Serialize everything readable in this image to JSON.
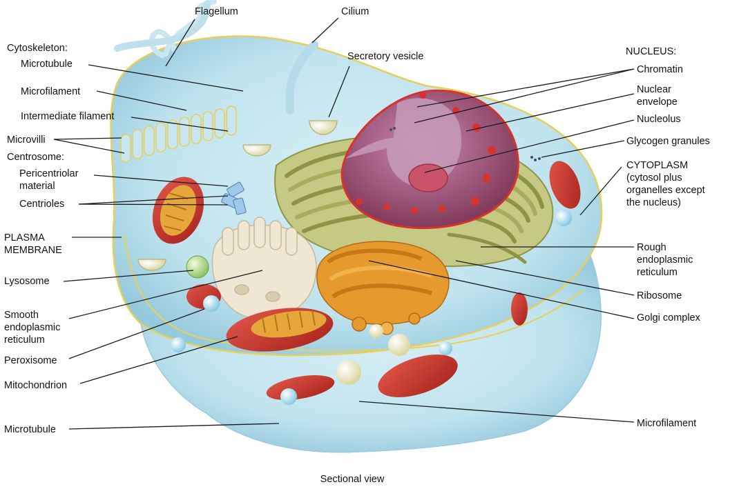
{
  "labels": {
    "flagellum": "Flagellum",
    "cilium": "Cilium",
    "secretory_vesicle": "Secretory vesicle",
    "cytoskeleton": "Cytoskeleton:",
    "microtubule_top": "Microtubule",
    "microfilament_top": "Microfilament",
    "intermediate_filament": "Intermediate filament",
    "microvilli": "Microvilli",
    "centrosome": "Centrosome:",
    "pericentriolar_material": "Pericentriolar\nmaterial",
    "centrioles": "Centrioles",
    "plasma_membrane": "PLASMA\nMEMBRANE",
    "lysosome": "Lysosome",
    "smooth_er": "Smooth\nendoplasmic\nreticulum",
    "peroxisome": "Peroxisome",
    "mitochondrion": "Mitochondrion",
    "microtubule_bottom": "Microtubule",
    "nucleus": "NUCLEUS:",
    "chromatin": "Chromatin",
    "nuclear_envelope": "Nuclear\nenvelope",
    "nucleolus": "Nucleolus",
    "glycogen_granules": "Glycogen granules",
    "cytoplasm": "CYTOPLASM\n(cytosol plus\norganelles except\nthe nucleus)",
    "rough_er": "Rough\nendoplasmic\nreticulum",
    "ribosome": "Ribosome",
    "golgi_complex": "Golgi complex",
    "microfilament_bottom": "Microfilament"
  },
  "caption": "Sectional view",
  "colors": {
    "cytoplasm": "#bfe3ee",
    "cytoplasm_dark": "#8fc6da",
    "membrane": "#e8cf5a",
    "rough_er": "#b8bd6e",
    "rough_er_dark": "#8e9446",
    "nucleus": "#b06a8f",
    "nucleus_dark": "#7d3455",
    "nuclear_envelope_pores": "#d8322c",
    "nucleolus": "#c9546a",
    "mitochondrion": "#c83a2f",
    "mitochondrion_inner": "#e6a63a",
    "golgi": "#e69a2e",
    "smooth_er": "#efe6d4",
    "lysosome": "#c3df9a",
    "vesicle": "#f1ecc2",
    "peroxisome": "#7fc6e3",
    "centriole": "#9fc7ea"
  }
}
